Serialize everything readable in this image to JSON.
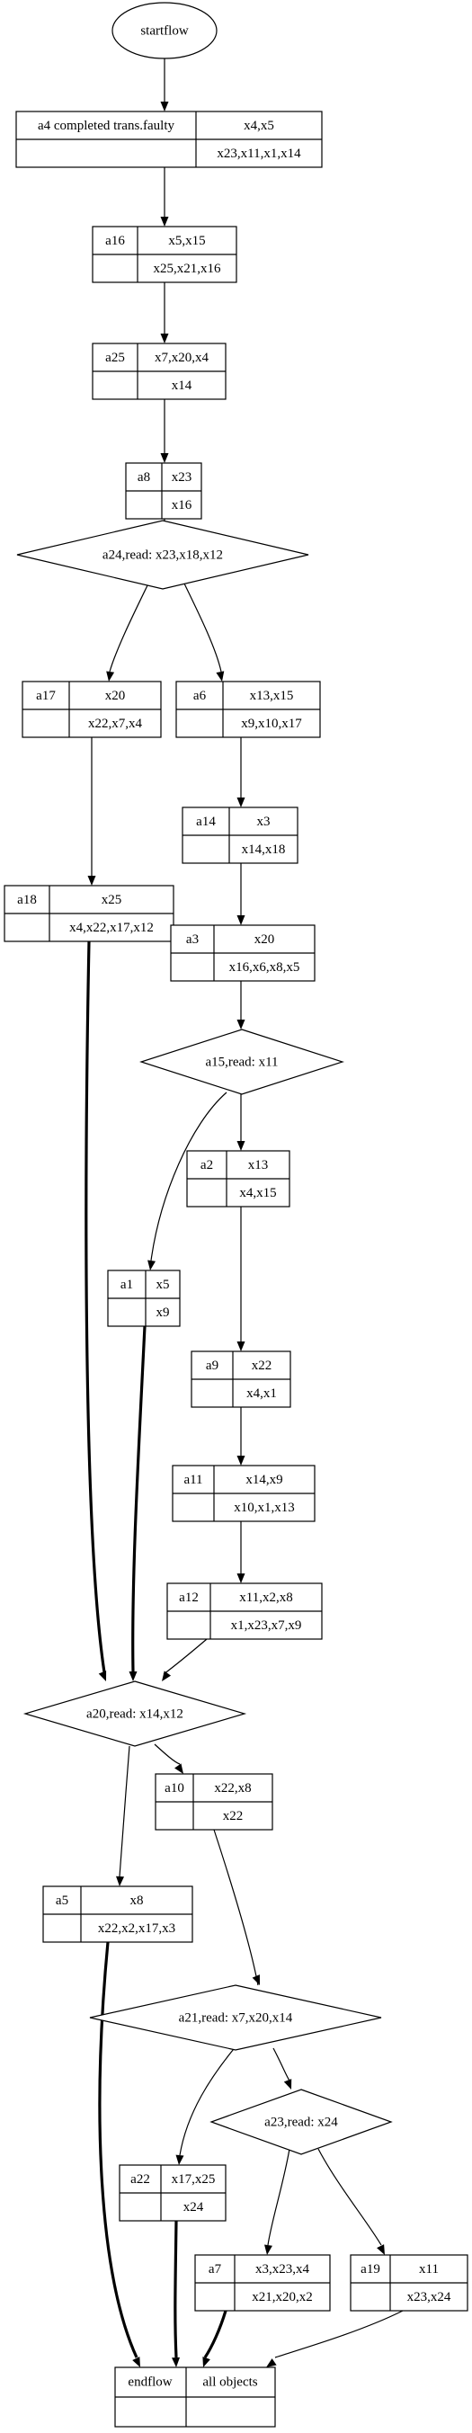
{
  "flow": {
    "start_label": "startflow",
    "end_label": "endflow",
    "end_objects": "all objects"
  },
  "nodes": {
    "a4": {
      "name": "a4 completed trans.faulty",
      "write": "x4,x5",
      "read": "x23,x11,x1,x14"
    },
    "a16": {
      "name": "a16",
      "write": "x5,x15",
      "read": "x25,x21,x16"
    },
    "a25": {
      "name": "a25",
      "write": "x7,x20,x4",
      "read": "x14"
    },
    "a8": {
      "name": "a8",
      "write": "x23",
      "read": "x16"
    },
    "a17": {
      "name": "a17",
      "write": "x20",
      "read": "x22,x7,x4"
    },
    "a6": {
      "name": "a6",
      "write": "x13,x15",
      "read": "x9,x10,x17"
    },
    "a14": {
      "name": "a14",
      "write": "x3",
      "read": "x14,x18"
    },
    "a18": {
      "name": "a18",
      "write": "x25",
      "read": "x4,x22,x17,x12"
    },
    "a3": {
      "name": "a3",
      "write": "x20",
      "read": "x16,x6,x8,x5"
    },
    "a2": {
      "name": "a2",
      "write": "x13",
      "read": "x4,x15"
    },
    "a1": {
      "name": "a1",
      "write": "x5",
      "read": "x9"
    },
    "a9": {
      "name": "a9",
      "write": "x22",
      "read": "x4,x1"
    },
    "a11": {
      "name": "a11",
      "write": "x14,x9",
      "read": "x10,x1,x13"
    },
    "a12": {
      "name": "a12",
      "write": "x11,x2,x8",
      "read": "x1,x23,x7,x9"
    },
    "a10": {
      "name": "a10",
      "write": "x22,x8",
      "read": "x22"
    },
    "a5": {
      "name": "a5",
      "write": "x8",
      "read": "x22,x2,x17,x3"
    },
    "a22": {
      "name": "a22",
      "write": "x17,x25",
      "read": "x24"
    },
    "a7": {
      "name": "a7",
      "write": "x3,x23,x4",
      "read": "x21,x20,x2"
    },
    "a19": {
      "name": "a19",
      "write": "x11",
      "read": "x23,x24"
    }
  },
  "decisions": {
    "a24": "a24,read: x23,x18,x12",
    "a15": "a15,read: x11",
    "a20": "a20,read: x14,x12",
    "a21": "a21,read: x7,x20,x14",
    "a23": "a23,read: x24"
  }
}
